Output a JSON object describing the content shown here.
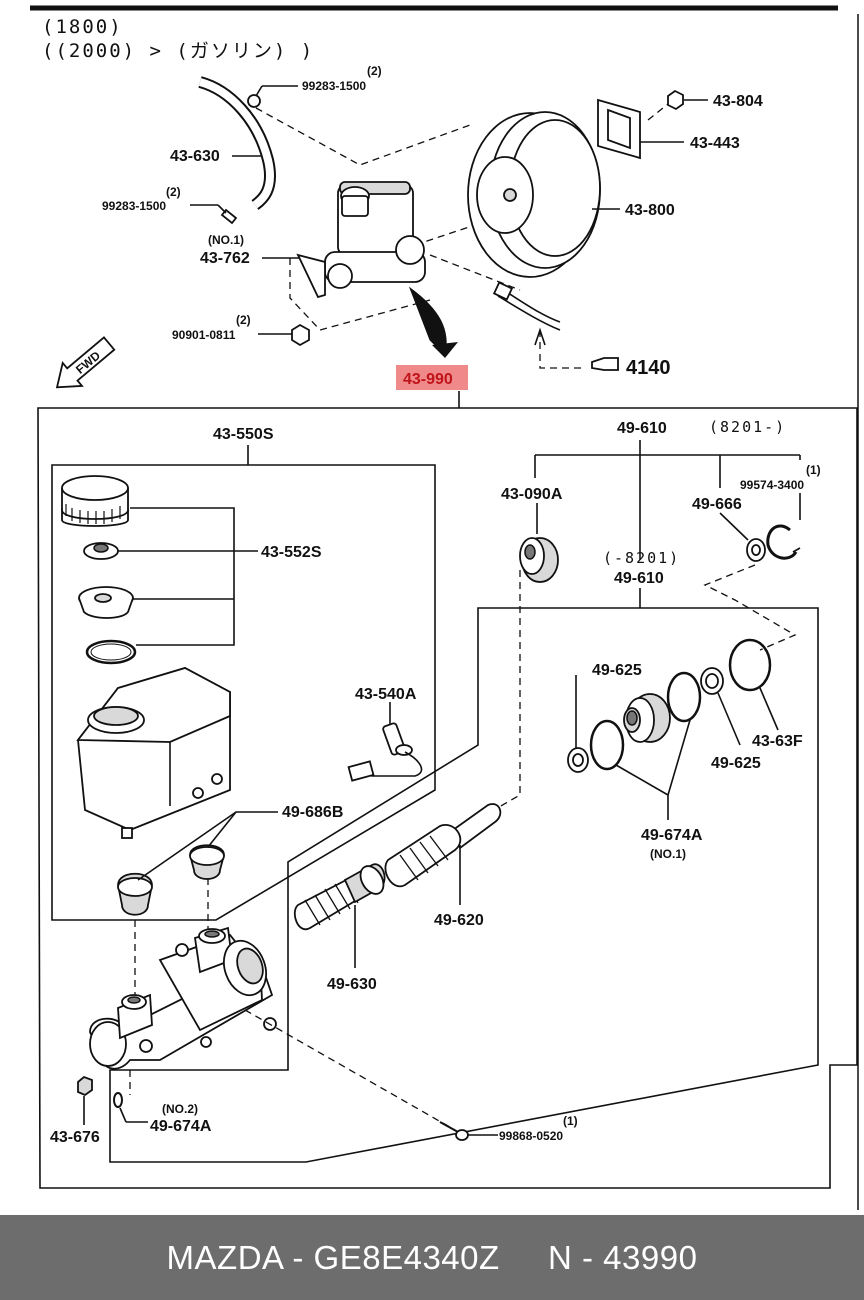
{
  "header": {
    "line1": "(1800)",
    "line2": "((2000) > (ガソリン) )"
  },
  "labels": {
    "l43_630": "43-630",
    "l99283_top": "99283-1500",
    "l99283_top_qty": "(2)",
    "l99283_left": "99283-1500",
    "l99283_left_qty": "(2)",
    "l43_762_note": "(NO.1)",
    "l43_762": "43-762",
    "l90901": "90901-0811",
    "l90901_qty": "(2)",
    "l43_804": "43-804",
    "l43_443": "43-443",
    "l43_800": "43-800",
    "l4140": "4140",
    "l43_990": "43-990",
    "l43_550S": "43-550S",
    "l43_552S": "43-552S",
    "l43_540A": "43-540A",
    "l49_686B": "49-686B",
    "l49_610_top": "49-610",
    "l49_610_top_range": "(8201-)",
    "l43_090A": "43-090A",
    "l49_666": "49-666",
    "l99574": "99574-3400",
    "l99574_qty": "(1)",
    "l49_610_mid_range": "(-8201)",
    "l49_610_mid": "49-610",
    "l49_625_a": "49-625",
    "l49_625_b": "49-625",
    "l43_63F": "43-63F",
    "l49_674A": "49-674A",
    "l49_674A_note": "(NO.1)",
    "l49_620": "49-620",
    "l49_630": "49-630",
    "l43_676": "43-676",
    "l49_674A_b_note": "(NO.2)",
    "l49_674A_b": "49-674A",
    "l99868": "99868-0520",
    "l99868_qty": "(1)",
    "fwd": "FWD"
  },
  "highlight": {
    "part_number": "43-990",
    "color": "#f08a8a"
  },
  "footer": {
    "text": "MAZDA - GE8E4340Z     N - 43990",
    "background": "#6d6d6d"
  }
}
